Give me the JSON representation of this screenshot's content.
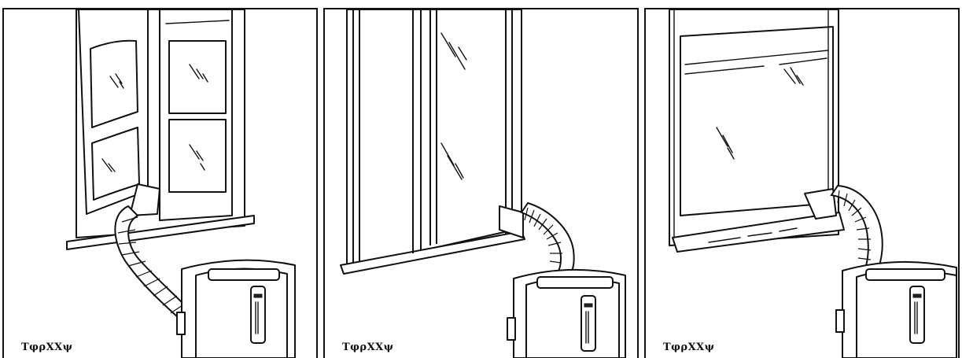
{
  "panels": [
    {
      "id": "panel-1",
      "caption": "TφρXXψ"
    },
    {
      "id": "panel-2",
      "caption": "TφρXXψ"
    },
    {
      "id": "panel-3",
      "caption": "TφρXXψ"
    }
  ]
}
